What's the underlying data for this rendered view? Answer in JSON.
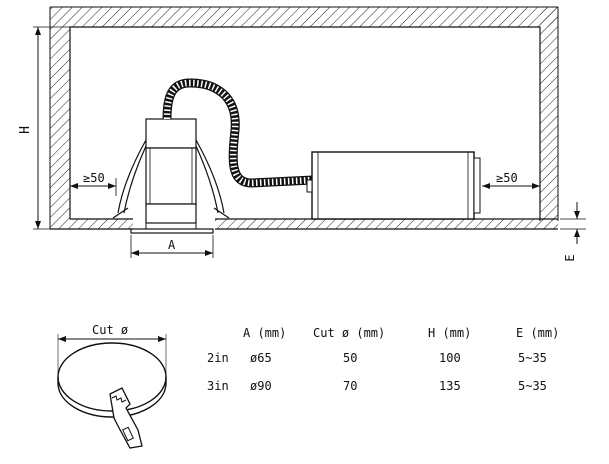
{
  "diagram": {
    "dim_h": "H",
    "dim_left_clearance": "≥50",
    "dim_right_clearance": "≥50",
    "dim_a": "A",
    "dim_e": "E",
    "cut_label": "Cut ø"
  },
  "table": {
    "headers": [
      "",
      "A (mm)",
      "Cut ø (mm)",
      "H (mm)",
      "E (mm)"
    ],
    "rows": [
      [
        "2in",
        "ø65",
        "50",
        "100",
        "5~35"
      ],
      [
        "3in",
        "ø90",
        "70",
        "135",
        "5~35"
      ]
    ]
  }
}
